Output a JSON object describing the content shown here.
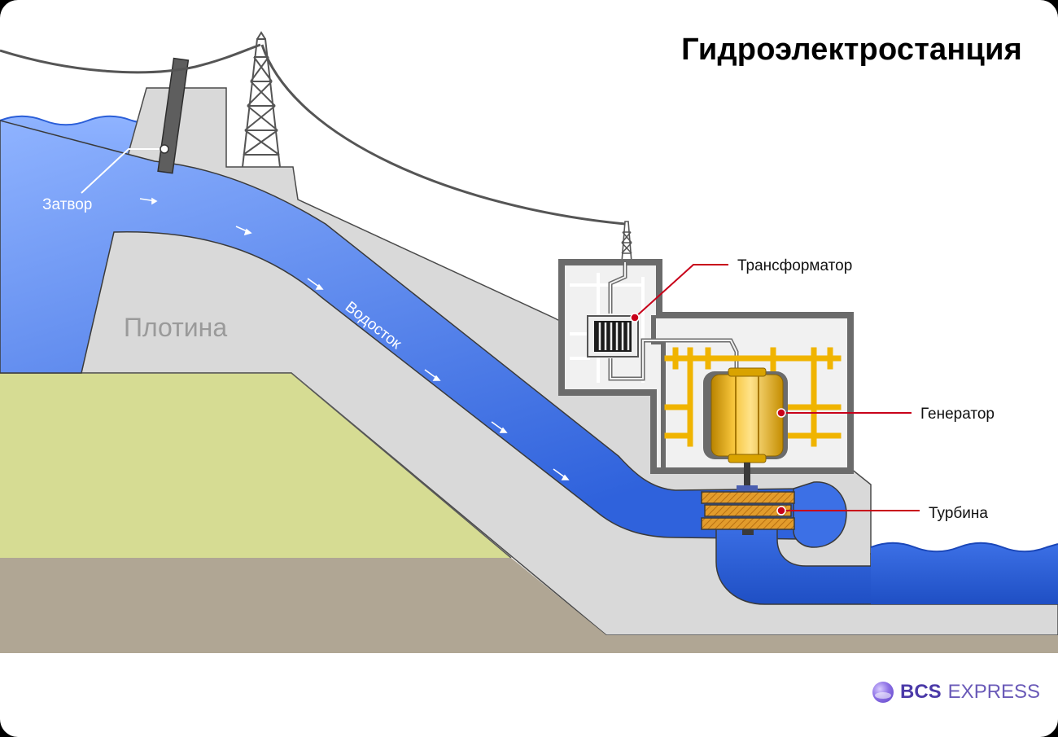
{
  "title": "Гидроэлектростанция",
  "labels": {
    "gate": "Затвор",
    "dam": "Плотина",
    "spillway": "Водосток",
    "transformer": "Трансформатор",
    "generator": "Генератор",
    "turbine": "Турбина"
  },
  "logo": {
    "bold": "BCS",
    "light": "EXPRESS"
  },
  "colors": {
    "water_light": "#8fb3ff",
    "water_dark": "#2a60d8",
    "dam": "#d9d9d9",
    "grass": "#d6dc93",
    "soil": "#b0a694",
    "structure": "#6b6b6b",
    "gold": "#f0b400",
    "callout": "#c8001a"
  }
}
